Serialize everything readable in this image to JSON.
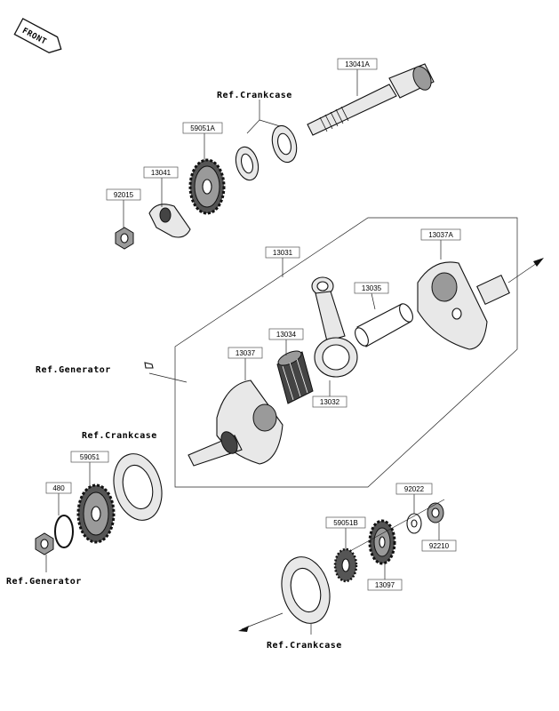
{
  "front_badge": "FRONT",
  "refs": {
    "crankcase_top": "Ref.Crankcase",
    "generator_mid": "Ref.Generator",
    "crankcase_mid": "Ref.Crankcase",
    "generator_bottom": "Ref.Generator",
    "crankcase_bottom": "Ref.Crankcase"
  },
  "parts": {
    "p13041A": "13041A",
    "p59051A": "59051A",
    "p13041": "13041",
    "p92015": "92015",
    "p13031": "13031",
    "p13037A": "13037A",
    "p13035": "13035",
    "p13034": "13034",
    "p13037": "13037",
    "p13032": "13032",
    "p59051": "59051",
    "p480": "480",
    "p92022": "92022",
    "p59051B": "59051B",
    "p92210": "92210",
    "p13097": "13097"
  },
  "colors": {
    "line": "#111111",
    "box_border": "#555555",
    "background": "#ffffff"
  }
}
